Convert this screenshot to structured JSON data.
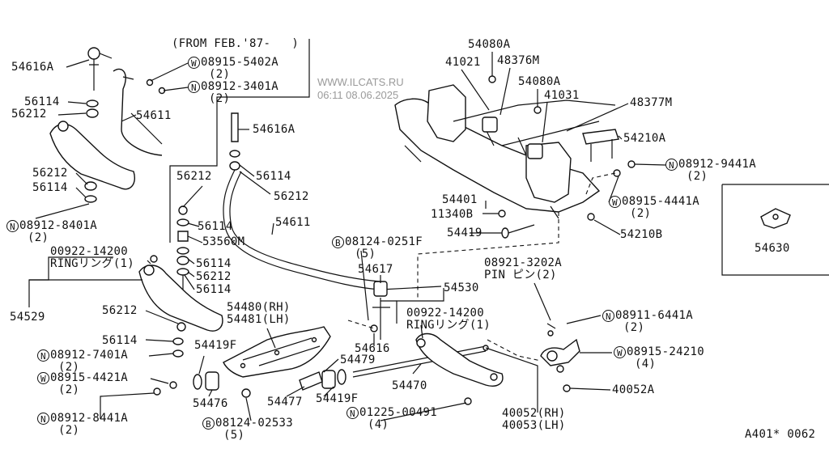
{
  "watermark": {
    "site": "WWW.ILCATS.RU",
    "datetime": "06:11 08.06.2025"
  },
  "inset_note": "(FROM FEB.'87-   )",
  "diagram_code": "A401* 0062",
  "parts": {
    "p54616A_top": "54616A",
    "p08915_5402A": "08915-5402A",
    "q08915_5402A": "(2)",
    "p08912_3401A": "08912-3401A",
    "q08912_3401A": "(2)",
    "p56114_top": "56114",
    "p56212_top": "56212",
    "p54611_top": "54611",
    "p56212_left": "56212",
    "p56114_left": "56114",
    "p08912_8401A": "08912-8401A",
    "q08912_8401A": "(2)",
    "p54616A_mid": "54616A",
    "p56114_mid": "56114",
    "p56212_mid": "56212",
    "p56212_c1": "56212",
    "p56114_c1": "56114",
    "p53560M": "53560M",
    "p54611_mid": "54611",
    "p56114_c2": "56114",
    "p56212_c2": "56212",
    "p56114_c3": "56114",
    "p00922_14200_l": "00922-14200",
    "ring_l": "RINGリング(1)",
    "p54529": "54529",
    "p56212_low": "56212",
    "p56114_low": "56114",
    "p08912_7401A": "08912-7401A",
    "q08912_7401A": "(2)",
    "p08915_4421A": "08915-4421A",
    "q08915_4421A": "(2)",
    "p08912_8441A": "08912-8441A",
    "q08912_8441A": "(2)",
    "p54419F_l": "54419F",
    "p54476": "54476",
    "p08124_02533": "08124-02533",
    "q08124_02533": "(5)",
    "p54477": "54477",
    "p54419F_r": "54419F",
    "p54479": "54479",
    "p54480": "54480(RH)",
    "p54481": "54481(LH)",
    "p08124_0251F": "08124-0251F",
    "q08124_0251F": "(5)",
    "p54617": "54617",
    "p54530": "54530",
    "p00922_14200_r": "00922-14200",
    "ring_r": "RINGリング(1)",
    "p54616": "54616",
    "p54470": "54470",
    "p01225_00491": "01225-00491",
    "q01225_00491": "(4)",
    "p54080A_1": "54080A",
    "p41021": "41021",
    "p48376M": "48376M",
    "p54080A_2": "54080A",
    "p41031": "41031",
    "p48377M": "48377M",
    "p54210A": "54210A",
    "p08912_9441A": "08912-9441A",
    "q08912_9441A": "(2)",
    "p08915_4441A": "08915-4441A",
    "q08915_4441A": "(2)",
    "p54401": "54401",
    "p11340B": "11340B",
    "p54419": "54419",
    "p54210B": "54210B",
    "p54630": "54630",
    "p08921_3202A": "08921-3202A",
    "pin": "PIN ピン(2)",
    "p08911_6441A": "08911-6441A",
    "q08911_6441A": "(2)",
    "p08915_24210": "08915-24210",
    "q08915_24210": "(4)",
    "p40052A": "40052A",
    "p40052": "40052(RH)",
    "p40053": "40053(LH)"
  },
  "symbols": {
    "W": "W",
    "N": "N",
    "B": "B"
  }
}
